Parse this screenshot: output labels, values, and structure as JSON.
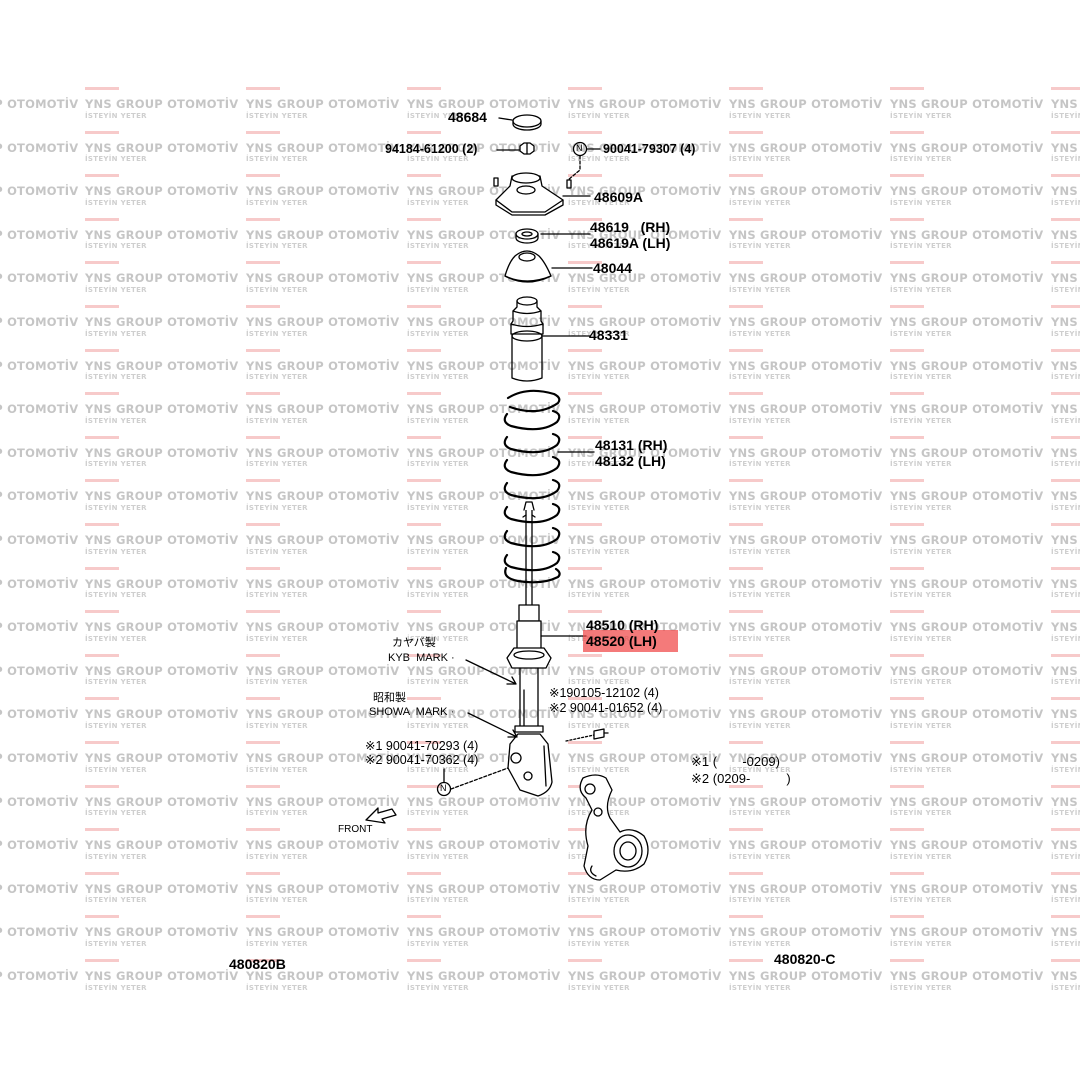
{
  "watermark": {
    "brand": "YNS GROUP OTOMOTİV",
    "tagline": "İSTEYİN YETER",
    "accent_color": "#f09696"
  },
  "parts": {
    "p48684": "48684",
    "p94184": "94184-61200 (2)",
    "p90041_79307": "90041-79307 (4)",
    "p48609a": "48609A",
    "p48619": "48619   (RH)",
    "p48619a": "48619A (LH)",
    "p48044": "48044",
    "p48331": "48331",
    "p48131": "48131 (RH)",
    "p48132": "48132 (LH)",
    "p48510": "48510 (RH)",
    "p48520": "48520 (LH)"
  },
  "highlight_color": "#f04646",
  "notes": {
    "kyb_jp": "カヤバ製",
    "kyb_mark": "KYB  MARK ·",
    "showa_jp": "昭和製",
    "showa_mark": "SHOWA  MARK ·",
    "bolt_1_upper": "※190105-12102 (4)",
    "bolt_2_upper": "※2 90041-01652 (4)",
    "bolt_1_lower": "※1 90041-70293 (4)",
    "bolt_2_lower": "※2 90041-70362 (4)",
    "range_1": "※1 (       -0209)",
    "range_2": "※2 (0209-          )",
    "front": "FRONT",
    "n_mark": "N"
  },
  "refs": {
    "left": "480820B",
    "right": "480820-C"
  }
}
